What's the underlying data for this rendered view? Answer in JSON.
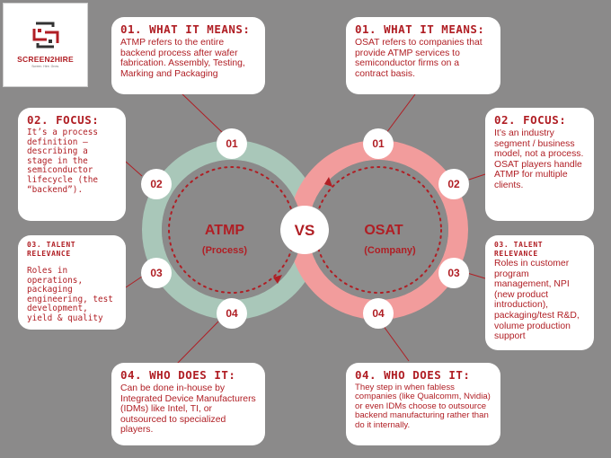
{
  "logo": {
    "name": "SCREEN2HIRE",
    "tagline": "Screen. Hire. Grow."
  },
  "center": {
    "vs": "VS"
  },
  "atmp": {
    "title": "ATMP",
    "subtitle": "(Process)",
    "nodes": [
      "01",
      "02",
      "03",
      "04"
    ],
    "cards": {
      "meaning": {
        "title": "01. WHAT IT MEANS:",
        "body": "ATMP refers to the entire backend process after wafer fabrication. Assembly, Testing, Marking and Packaging"
      },
      "focus": {
        "title": "02. FOCUS:",
        "body": "It’s a process definition — describing a stage in the semiconductor lifecycle (the “backend”)."
      },
      "talent": {
        "title_line1": "03. TALENT",
        "title_line2": "RELEVANCE",
        "body": "Roles in operations, packaging engineering, test development, yield & quality"
      },
      "who": {
        "title": "04. WHO DOES IT:",
        "body": "Can be done in-house by Integrated Device Manufacturers (IDMs) like Intel, TI, or outsourced to specialized players."
      }
    }
  },
  "osat": {
    "title": "OSAT",
    "subtitle": "(Company)",
    "nodes": [
      "01",
      "02",
      "03",
      "04"
    ],
    "cards": {
      "meaning": {
        "title": "01. WHAT IT MEANS:",
        "body": "OSAT refers to companies that provide ATMP services to semiconductor firms on a contract basis."
      },
      "focus": {
        "title": "02. FOCUS:",
        "body": "It’s an industry segment / business model, not a process. OSAT players handle ATMP for multiple clients."
      },
      "talent": {
        "title_line1": "03. TALENT",
        "title_line2": "RELEVANCE",
        "body": "Roles in customer program management, NPI (new product introduction), packaging/test R&D, volume production support"
      },
      "who": {
        "title": "04. WHO DOES IT:",
        "body": "They step in when fabless companies (like Qualcomm, Nvidia) or even IDMs choose to outsource backend manufacturing rather than do it internally."
      }
    }
  },
  "colors": {
    "background": "#8b8a8a",
    "accent_red": "#b01e24",
    "atmp_ring": "#a9c7b9",
    "osat_ring": "#f29c9c",
    "card": "#ffffff"
  }
}
